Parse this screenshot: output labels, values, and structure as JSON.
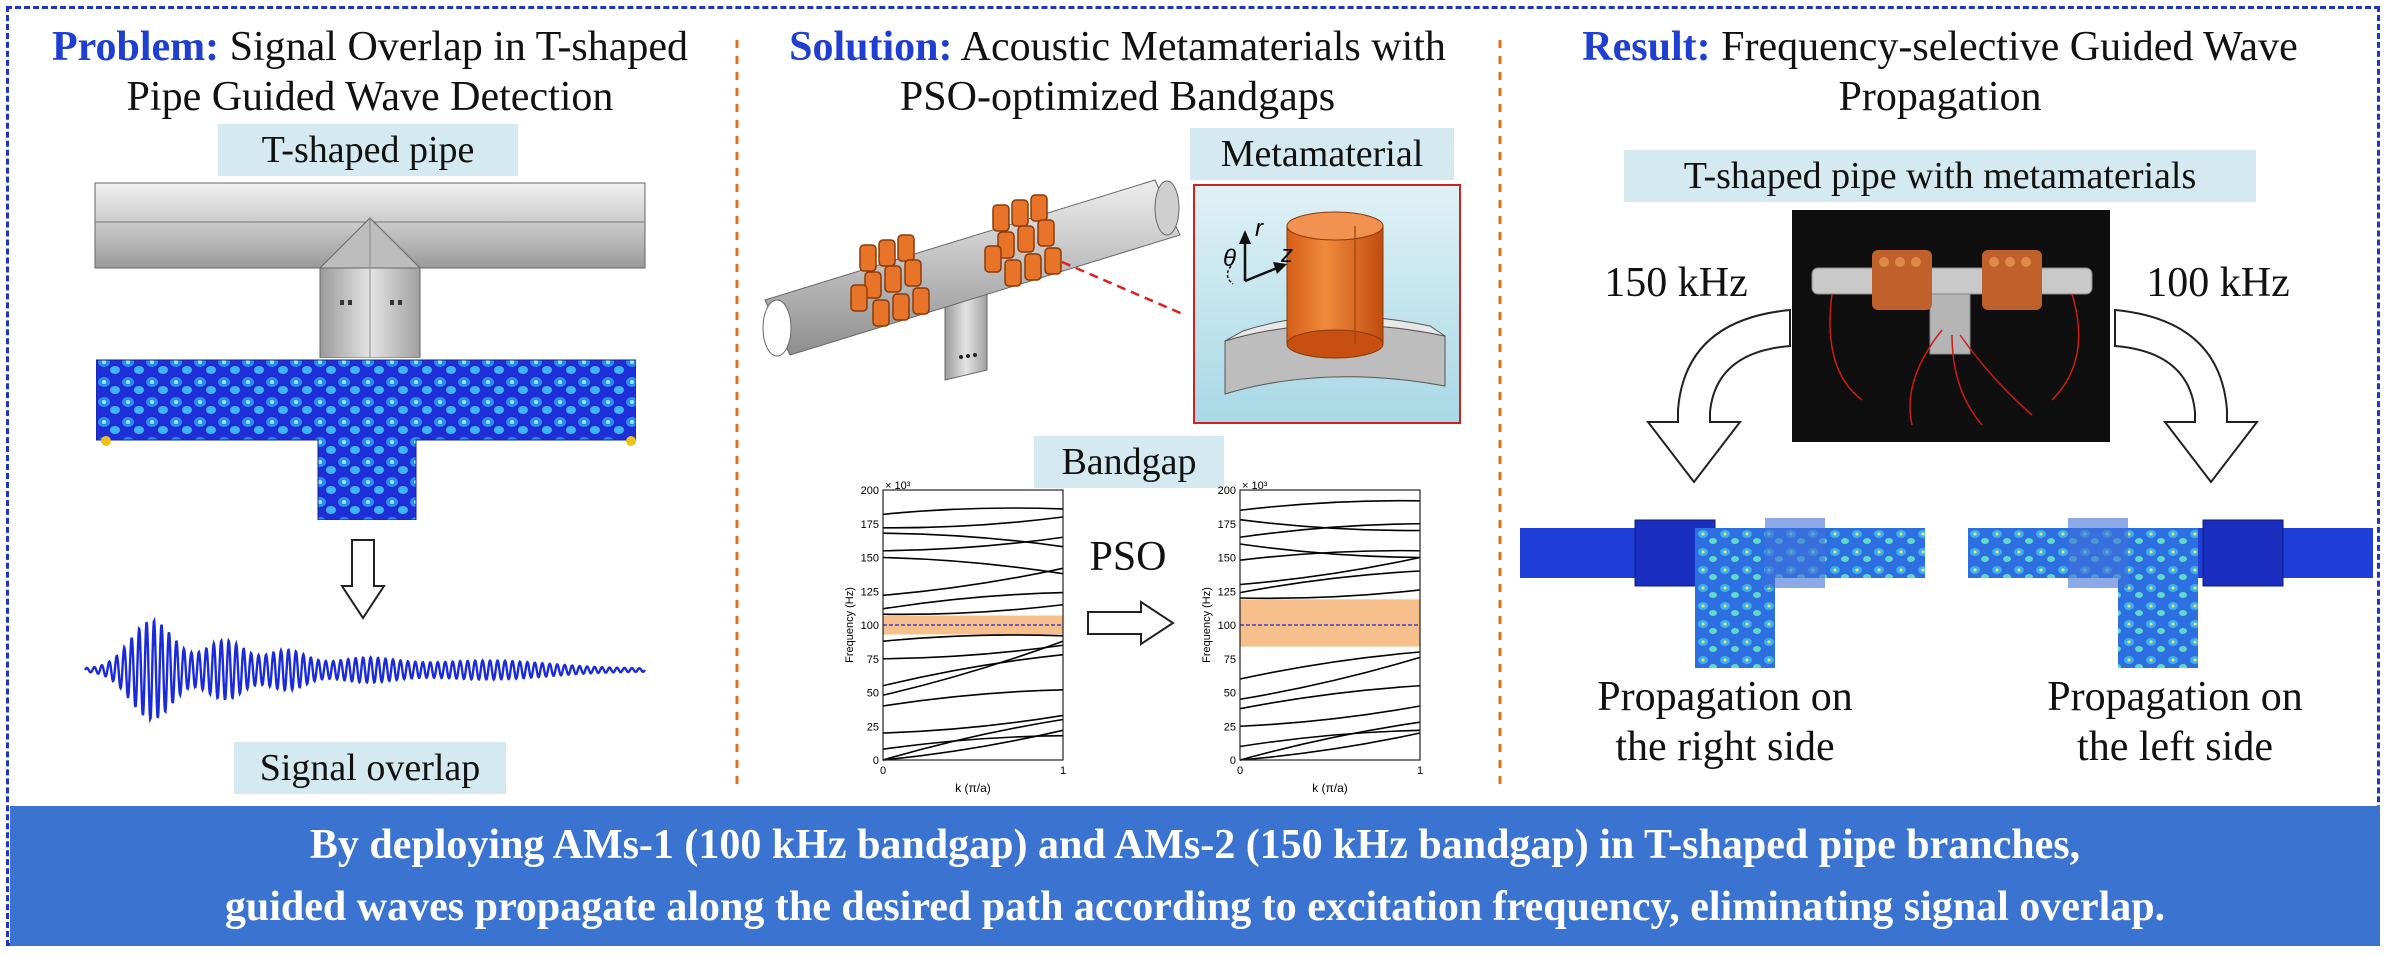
{
  "problem": {
    "keyword": "Problem:",
    "title_rest": " Signal Overlap in T-shaped",
    "title_line2": "Pipe Guided Wave Detection",
    "pipe_label": "T-shaped pipe",
    "signal_label": "Signal overlap"
  },
  "solution": {
    "keyword": "Solution:",
    "title_rest": " Acoustic Metamaterials with",
    "title_line2": "PSO-optimized Bandgaps",
    "metamaterial_label": "Metamaterial",
    "bandgap_label": "Bandgap",
    "pso_label": "PSO",
    "axes": {
      "r": "r",
      "theta": "θ",
      "z": "z"
    }
  },
  "result": {
    "keyword": "Result:",
    "title_rest": " Frequency-selective Guided Wave",
    "title_line2": "Propagation",
    "pipe_label": "T-shaped pipe with metamaterials",
    "left_freq": "150 kHz",
    "right_freq": "100 kHz",
    "left_caption_1": "Propagation on",
    "left_caption_2": "the right side",
    "right_caption_1": "Propagation on",
    "right_caption_2": "the left side"
  },
  "chart_data": [
    {
      "type": "line",
      "title": "",
      "ylabel": "Frequency (Hz)",
      "xlabel": "k (π/a)",
      "y_multiplier": "× 10³",
      "ylim": [
        0,
        200
      ],
      "xlim": [
        0,
        1
      ],
      "yticks": [
        "0",
        "25",
        "50",
        "75",
        "100",
        "125",
        "150",
        "175",
        "200"
      ],
      "xticks": [
        "0",
        "1"
      ],
      "bandgap": [
        93,
        107
      ],
      "reference_line": 100,
      "colors": {
        "curves": "#000000",
        "bandgap": "#f7bf8c",
        "reference": "#4040c0"
      },
      "series": [
        {
          "values": [
            0,
            30
          ]
        },
        {
          "values": [
            0,
            22
          ]
        },
        {
          "values": [
            8,
            18
          ]
        },
        {
          "values": [
            20,
            33
          ]
        },
        {
          "values": [
            40,
            52
          ]
        },
        {
          "values": [
            48,
            88
          ]
        },
        {
          "values": [
            55,
            78
          ]
        },
        {
          "values": [
            75,
            85
          ]
        },
        {
          "values": [
            88,
            92
          ]
        },
        {
          "values": [
            108,
            115
          ]
        },
        {
          "values": [
            112,
            124
          ]
        },
        {
          "values": [
            122,
            142
          ]
        },
        {
          "values": [
            150,
            138
          ]
        },
        {
          "values": [
            155,
            165
          ]
        },
        {
          "values": [
            168,
            158
          ]
        },
        {
          "values": [
            172,
            180
          ]
        },
        {
          "values": [
            182,
            186
          ]
        }
      ]
    },
    {
      "type": "line",
      "title": "",
      "ylabel": "Frequency (Hz)",
      "xlabel": "k (π/a)",
      "y_multiplier": "× 10³",
      "ylim": [
        0,
        200
      ],
      "xlim": [
        0,
        1
      ],
      "yticks": [
        "0",
        "25",
        "50",
        "75",
        "100",
        "125",
        "150",
        "175",
        "200"
      ],
      "xticks": [
        "0",
        "1"
      ],
      "bandgap": [
        84,
        119
      ],
      "reference_line": 100,
      "colors": {
        "curves": "#000000",
        "bandgap": "#f7bf8c",
        "reference": "#4040c0"
      },
      "series": [
        {
          "values": [
            0,
            28
          ]
        },
        {
          "values": [
            0,
            20
          ]
        },
        {
          "values": [
            10,
            22
          ]
        },
        {
          "values": [
            25,
            40
          ]
        },
        {
          "values": [
            38,
            55
          ]
        },
        {
          "values": [
            45,
            76
          ]
        },
        {
          "values": [
            60,
            80
          ]
        },
        {
          "values": [
            120,
            126
          ]
        },
        {
          "values": [
            124,
            140
          ]
        },
        {
          "values": [
            130,
            150
          ]
        },
        {
          "values": [
            148,
            155
          ]
        },
        {
          "values": [
            160,
            150
          ]
        },
        {
          "values": [
            165,
            175
          ]
        },
        {
          "values": [
            178,
            170
          ]
        },
        {
          "values": [
            185,
            192
          ]
        }
      ]
    }
  ],
  "banner": {
    "line1": "By deploying AMs-1 (100 kHz bandgap) and AMs-2 (150 kHz bandgap) in T-shaped pipe branches,",
    "line2": "guided waves propagate along the desired path according to excitation frequency,  eliminating signal overlap."
  }
}
